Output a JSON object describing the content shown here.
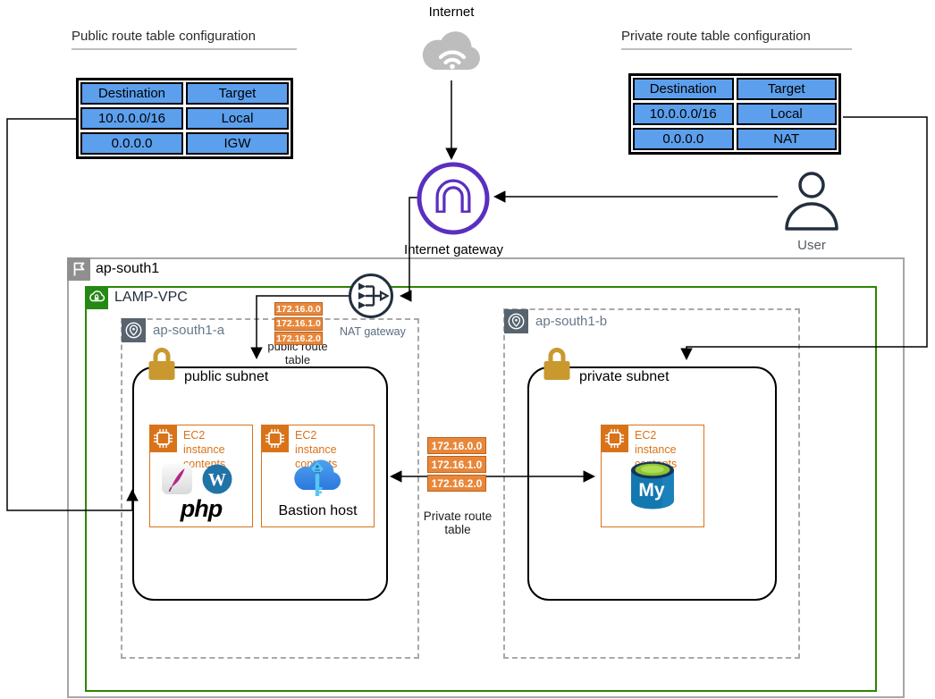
{
  "labels": {
    "internet": "Internet",
    "internet_gateway": "Internet gateway",
    "nat_gateway": "NAT gateway",
    "user": "User",
    "region": "ap-south1",
    "vpc": "LAMP-VPC",
    "az_a": "ap-south1-a",
    "az_b": "ap-south1-b",
    "public_subnet": "public subnet",
    "private_subnet": "private subnet",
    "bastion_host": "Bastion host",
    "php": "php",
    "ec2_header": "EC2 instance contents",
    "public_route_caption": "public route table",
    "private_route_caption": "Private route table"
  },
  "route_chips": {
    "public": [
      "172.16.0.0",
      "172.16.1.0",
      "172.16.2.0"
    ],
    "private": [
      "172.16.0.0",
      "172.16.1.0",
      "172.16.2.0"
    ]
  },
  "tables": {
    "public": {
      "title": "Public route table configuration",
      "headers": [
        "Destination",
        "Target"
      ],
      "rows": [
        [
          "10.0.0.0/16",
          "Local"
        ],
        [
          "0.0.0.0",
          "IGW"
        ]
      ]
    },
    "private": {
      "title": "Private route table configuration",
      "headers": [
        "Destination",
        "Target"
      ],
      "rows": [
        [
          "10.0.0.0/16",
          "Local"
        ],
        [
          "0.0.0.0",
          "NAT"
        ]
      ]
    }
  },
  "icons": {
    "wordpress_text": "W",
    "mysql_text": "My"
  },
  "colors": {
    "table_cell_blue": "#5C9FED",
    "chip_orange": "#E8873A",
    "ec2_orange": "#D9731A",
    "vpc_green": "#2E8500",
    "region_gray": "#A6A6A6",
    "igw_purple": "#5A2FC0",
    "aws_navy": "#232F3E",
    "lock_gold": "#C9982F"
  }
}
